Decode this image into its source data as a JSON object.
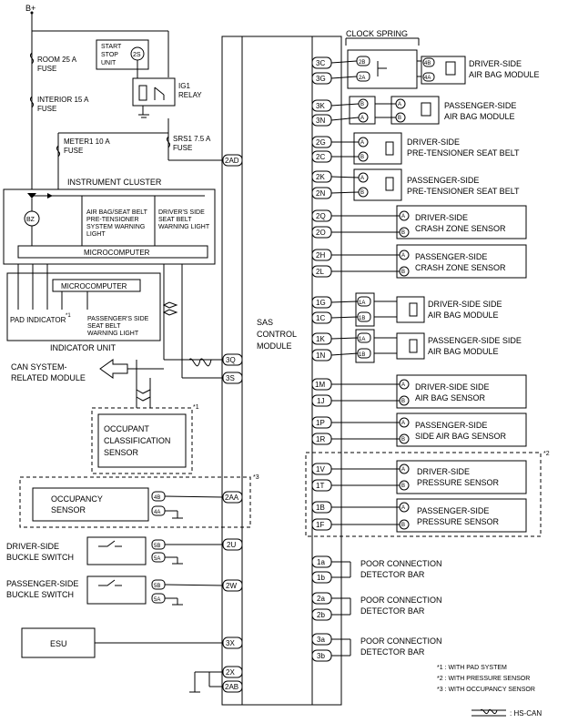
{
  "power": {
    "bplus": "B+"
  },
  "fuses": {
    "room": "ROOM 25 A",
    "interior": "INTERIOR 15 A",
    "meter1": "METER1 10 A",
    "srs1": "SRS1 7.5 A",
    "fuse_word": "FUSE"
  },
  "start_stop": {
    "line1": "START",
    "line2": "STOP",
    "line3": "UNIT",
    "pin": "2S"
  },
  "relay": {
    "line1": "IG1",
    "line2": "RELAY"
  },
  "instrument_cluster": {
    "title": "INSTRUMENT CLUSTER",
    "bz": "BZ",
    "warn1": [
      "AIR BAG/SEAT BELT",
      "PRE-TENSIONER",
      "SYSTEM WARNING",
      "LIGHT"
    ],
    "warn2": [
      "DRIVER'S SIDE",
      "SEAT BELT",
      "WARNING LIGHT"
    ],
    "micro": "MICROCOMPUTER"
  },
  "indicator_unit": {
    "title": "INDICATOR UNIT",
    "micro": "MICROCOMPUTER",
    "pad": "PAD INDICATOR",
    "pad_note": "*1",
    "pass": [
      "PASSENGER'S SIDE",
      "SEAT BELT",
      "WARNING LIGHT"
    ]
  },
  "can": {
    "line1": "CAN SYSTEM-",
    "line2": "RELATED MODULE"
  },
  "occupant": {
    "line1": "OCCUPANT",
    "line2": "CLASSIFICATION",
    "line3": "SENSOR",
    "note": "*1"
  },
  "occupancy": {
    "line1": "OCCUPANCY",
    "line2": "SENSOR",
    "pin1": "4B",
    "pin2": "4A",
    "note": "*3"
  },
  "driver_buckle": {
    "line1": "DRIVER-SIDE",
    "line2": "BUCKLE SWITCH",
    "pin1": "5B",
    "pin2": "5A"
  },
  "pass_buckle": {
    "line1": "PASSENGER-SIDE",
    "line2": "BUCKLE SWITCH",
    "pin1": "5B",
    "pin2": "5A"
  },
  "esu": {
    "label": "ESU"
  },
  "sas": {
    "line1": "SAS",
    "line2": "CONTROL",
    "line3": "MODULE"
  },
  "left_pins": [
    "2AD",
    "3Q",
    "3S",
    "2AA",
    "2U",
    "2W",
    "3X",
    "2X",
    "2AB"
  ],
  "right_pins": [
    "3C",
    "3G",
    "3K",
    "3N",
    "2G",
    "2C",
    "2K",
    "2N",
    "2Q",
    "2O",
    "2H",
    "2L",
    "1G",
    "1C",
    "1K",
    "1N",
    "1M",
    "1J",
    "1P",
    "1R",
    "1V",
    "1T",
    "1B",
    "1F",
    "1a",
    "1b",
    "2a",
    "2b",
    "3a",
    "3b"
  ],
  "clock_spring": {
    "label": "CLOCK SPRING",
    "pins": [
      "2B",
      "2A",
      "4B",
      "4A"
    ]
  },
  "modules": [
    {
      "line1": "DRIVER-SIDE",
      "line2": "AIR BAG MODULE"
    },
    {
      "line1": "PASSENGER-SIDE",
      "line2": "AIR BAG MODULE"
    },
    {
      "line1": "DRIVER-SIDE",
      "line2": "PRE-TENSIONER SEAT BELT"
    },
    {
      "line1": "PASSENGER-SIDE",
      "line2": "PRE-TENSIONER SEAT BELT"
    },
    {
      "line1": "DRIVER-SIDE",
      "line2": "CRASH ZONE SENSOR"
    },
    {
      "line1": "PASSENGER-SIDE",
      "line2": "CRASH ZONE SENSOR"
    },
    {
      "line1": "DRIVER-SIDE SIDE",
      "line2": "AIR BAG MODULE"
    },
    {
      "line1": "PASSENGER-SIDE SIDE",
      "line2": "AIR BAG MODULE"
    },
    {
      "line1": "DRIVER-SIDE SIDE",
      "line2": "AIR BAG SENSOR"
    },
    {
      "line1": "PASSENGER-SIDE",
      "line2": "SIDE AIR BAG SENSOR"
    },
    {
      "line1": "DRIVER-SIDE",
      "line2": "PRESSURE SENSOR"
    },
    {
      "line1": "PASSENGER-SIDE",
      "line2": "PRESSURE SENSOR"
    }
  ],
  "conn_pins": {
    "a": "A",
    "b": "B",
    "p1a": "1A",
    "p1b": "1B"
  },
  "pressure_note": "*2",
  "poor": {
    "line1": "POOR CONNECTION",
    "line2": "DETECTOR BAR"
  },
  "legend": {
    "n1": "*1 : WITH PAD SYSTEM",
    "n2": "*2 : WITH PRESSURE SENSOR",
    "n3": "*3 : WITH OCCUPANCY SENSOR",
    "hs": ": HS-CAN"
  }
}
